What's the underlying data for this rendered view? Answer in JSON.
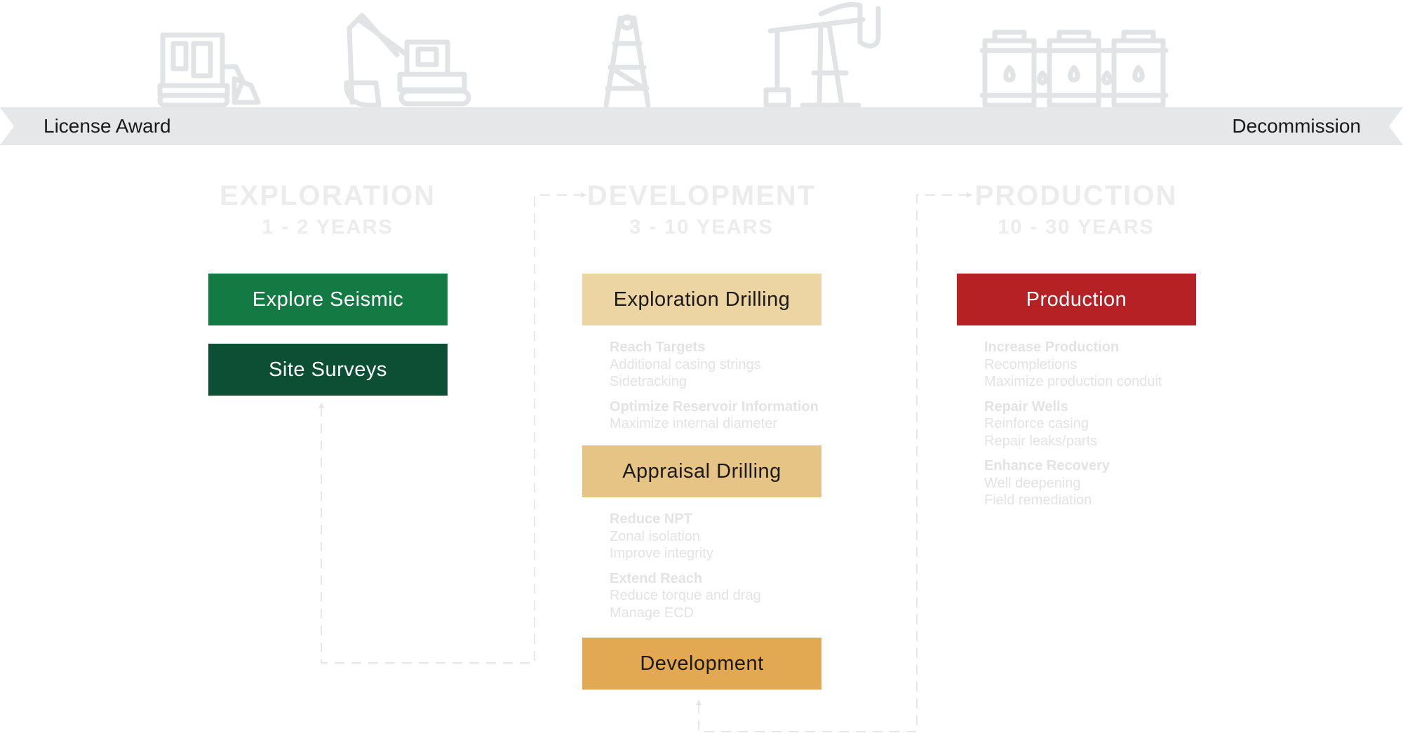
{
  "banner": {
    "left_label": "License Award",
    "right_label": "Decommission"
  },
  "icons": [
    "bulldozer-icon",
    "excavator-icon",
    "drilling-rig-icon",
    "pumpjack-icon",
    "storage-tanks-icon"
  ],
  "colors": {
    "banner": "#e6e7e8",
    "icon_stroke": "#e2e3e4",
    "explore_seismic": "#137a43",
    "site_surveys": "#0d4f34",
    "exploration_drilling": "#ecd5a3",
    "appraisal_drilling": "#e6c485",
    "development": "#e3a852",
    "production": "#b62126"
  },
  "phases": [
    {
      "title": "EXPLORATION",
      "years": "1 - 2 YEARS"
    },
    {
      "title": "DEVELOPMENT",
      "years": "3 - 10 YEARS"
    },
    {
      "title": "PRODUCTION",
      "years": "10 - 30 YEARS"
    }
  ],
  "boxes": {
    "explore_seismic": "Explore Seismic",
    "site_surveys": "Site Surveys",
    "exploration_drilling": "Exploration Drilling",
    "appraisal_drilling": "Appraisal Drilling",
    "development": "Development",
    "production": "Production"
  },
  "notes": {
    "exploration_drilling": [
      {
        "heading": "Reach Targets",
        "items": [
          "Additional casing strings",
          "Sidetracking"
        ]
      },
      {
        "heading": "Optimize Reservoir Information",
        "items": [
          "Maximize internal diameter"
        ]
      }
    ],
    "appraisal_drilling": [
      {
        "heading": "Reduce NPT",
        "items": [
          "Zonal isolation",
          "Improve integrity"
        ]
      },
      {
        "heading": "Extend Reach",
        "items": [
          "Reduce torque and drag",
          "Manage ECD"
        ]
      }
    ],
    "production": [
      {
        "heading": "Increase Production",
        "items": [
          "Recompletions",
          "Maximize production conduit"
        ]
      },
      {
        "heading": "Repair Wells",
        "items": [
          "Reinforce casing",
          "Repair leaks/parts"
        ]
      },
      {
        "heading": "Enhance Recovery",
        "items": [
          "Well deepening",
          "Field remediation"
        ]
      }
    ]
  }
}
